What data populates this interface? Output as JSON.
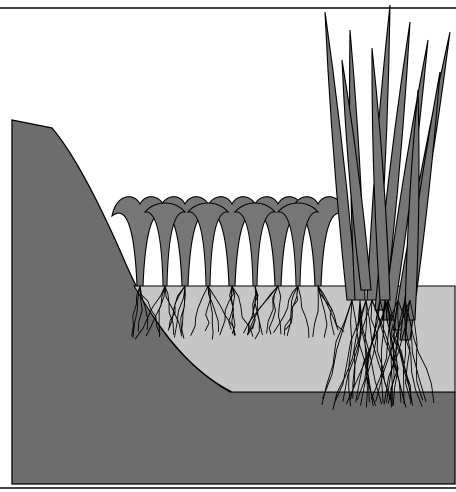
{
  "colors": {
    "background": "#ffffff",
    "substrate": "#6d6d6d",
    "sediment": "#c6c6c6",
    "plants": "#767676",
    "outline": "#000000"
  },
  "elements": {
    "bank": "steep-bank-substrate",
    "deposit": "sediment-wedge",
    "plant_group_1": "umbrella-shaped-plants",
    "plant_group_2": "tall-reed-plants",
    "roots": "fibrous-root-systems"
  }
}
